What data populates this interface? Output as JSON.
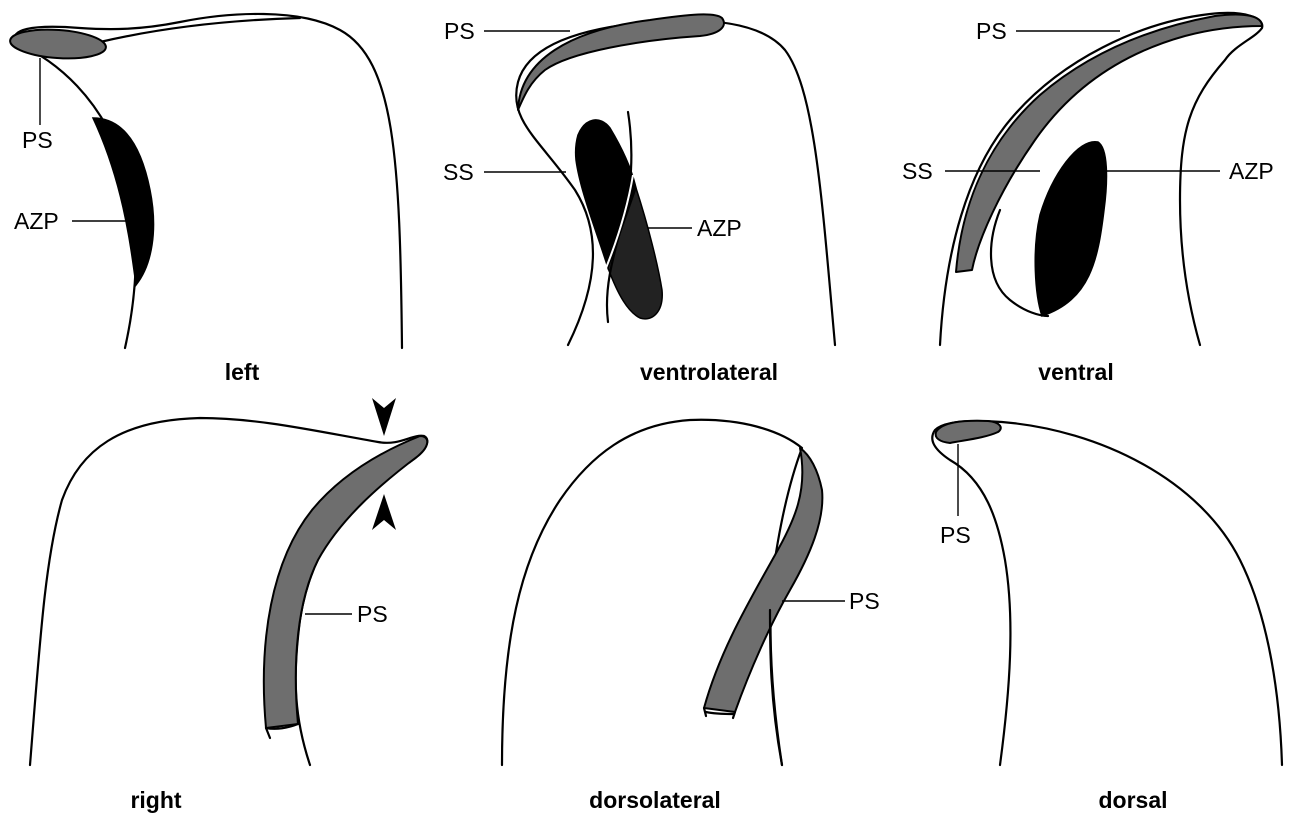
{
  "labels": {
    "ps": "PS",
    "ss": "SS",
    "azp": "AZP"
  },
  "panels": {
    "left": {
      "title": "left"
    },
    "ventrolateral": {
      "title": "ventrolateral"
    },
    "ventral": {
      "title": "ventral"
    },
    "right": {
      "title": "right"
    },
    "dorsolateral": {
      "title": "dorsolateral"
    },
    "dorsal": {
      "title": "dorsal"
    }
  },
  "colors": {
    "primary_sclerotization": "#6e6e6e",
    "azp": "#000000",
    "outline": "#000000",
    "background": "#ffffff"
  }
}
